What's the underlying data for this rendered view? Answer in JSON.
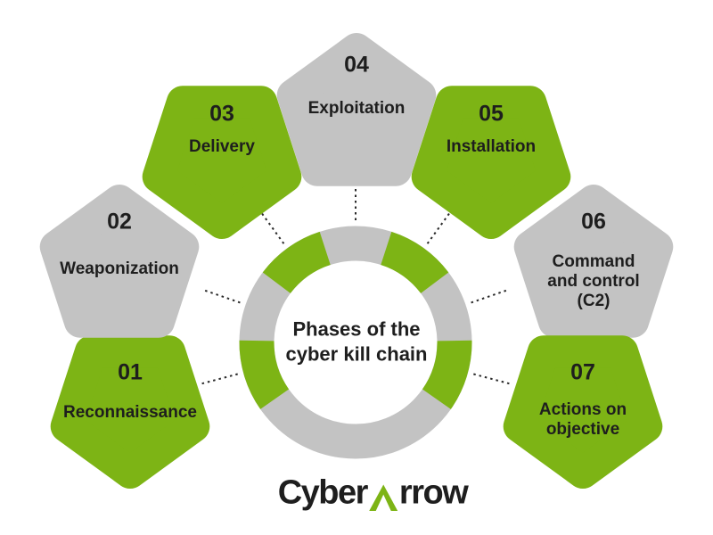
{
  "diagram": {
    "title": "Phases of the cyber kill chain",
    "phases": [
      {
        "number": "01",
        "label": "Reconnaissance",
        "color": "green"
      },
      {
        "number": "02",
        "label": "Weaponization",
        "color": "gray"
      },
      {
        "number": "03",
        "label": "Delivery",
        "color": "green"
      },
      {
        "number": "04",
        "label": "Exploitation",
        "color": "gray"
      },
      {
        "number": "05",
        "label": "Installation",
        "color": "green"
      },
      {
        "number": "06",
        "label": "Command and control (C2)",
        "color": "gray"
      },
      {
        "number": "07",
        "label": "Actions on objective",
        "color": "green"
      }
    ]
  },
  "logo": {
    "prefix": "Cyber",
    "suffix": "rrow",
    "arrow_icon": "green-arrow-a-icon"
  },
  "colors": {
    "green": "#7db415",
    "gray": "#c3c3c3",
    "text": "#1e1e1e",
    "background": "#ffffff"
  }
}
